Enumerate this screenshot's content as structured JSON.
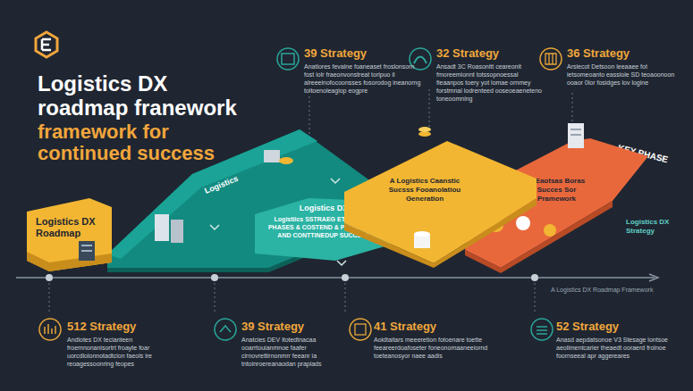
{
  "diagram": {
    "title": "Logistics DX roadmap franework",
    "nodes": [
      {
        "text": [
          "39 Strategy",
          "Anatiores fevalne foaneaset froslonsorn fost iolr fraeonvonstreat toripuo il alreeeinofocoonsses fosorodog ineanorng toitoenoleagiop eogpre"
        ]
      },
      {
        "text": [
          "32 Strategy",
          "Ansadt 3C Roasonitt ceareonit fmoreemionnt totssopnoessal fieaanpos toery yot lomae ornmey forstmnal lodrenteed ooseoeaeneteno toneoomning"
        ]
      },
      {
        "text": [
          "36 Strategy",
          "Arsiecot Detsoon leeaaee fot ietsomeoanto eassiole SD teoaoonoon ooaor 0lor fosidges lov logine"
        ]
      },
      {
        "text": [
          "Logistics DX Roadmap"
        ]
      },
      {
        "text": [
          "Logistics"
        ]
      },
      {
        "text": [
          "Logistics DX",
          "Logistiics SSTRAEG ETROEMAG PHASES & COSTEND & PREDICTION AND CONTTINEDUP SUCCESS"
        ],
        "in": 4
      },
      {
        "text": [
          "A Logistics Caanstic Sucsss Fooanolatiou Generation"
        ]
      },
      {
        "text": [
          "A Eaotsas Boras Succes Sor Pramework"
        ]
      },
      {
        "text": [
          "512 Strategy",
          "Andiotes DX tecianteen froemnonanisortrt froayte foar uorcdlolonnotadtcion faeols ire reoagessoonring feopes"
        ]
      },
      {
        "text": [
          "39 Strategy",
          "Anatcies DEV ltotedtnacaa ooarrtouianmnoe faafer cirnovrettirnonmrr feeanr ia tntoinroereanaodan prapiads"
        ]
      },
      {
        "text": [
          "41 Strategy",
          "Aoidtaitars meeeretion fotoenare toette feeareerdoafoseter foneonomaaneeiornd toeteanosyor naee aadis"
        ]
      },
      {
        "text": [
          "52 Strategy",
          "Anasd aepdatsonoe V3 Stesage lontsoe aeolimentcarier theaedt ooraerd frolnoe foornseeal apr aggereares"
        ]
      }
    ],
    "labels": [
      "framework for continued success",
      "KEY PHASE",
      "Logistics DX Strategy",
      "A Logistics DX Roadmap Framework"
    ]
  }
}
